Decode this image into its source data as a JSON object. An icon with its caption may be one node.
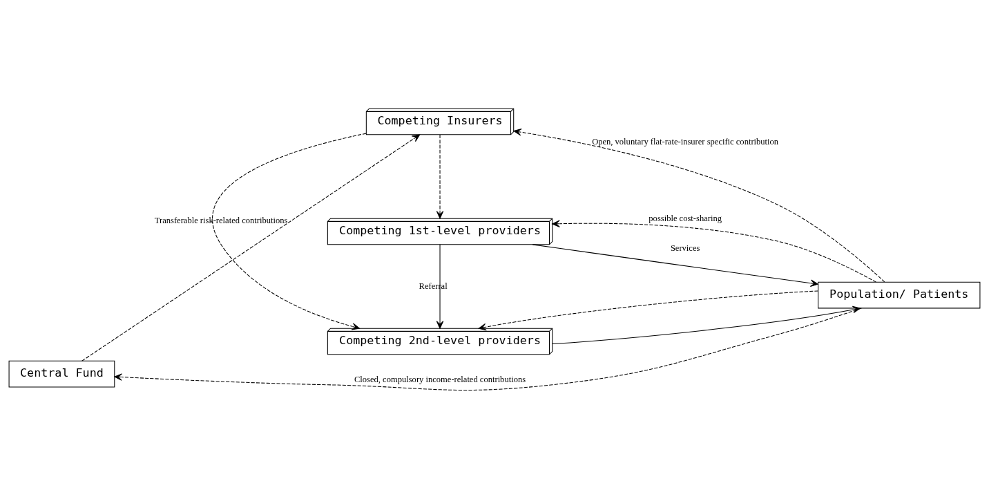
{
  "diagram": {
    "nodes": [
      {
        "text": [
          "Central Fund"
        ]
      },
      {
        "text": [
          "Competing Insurers"
        ]
      },
      {
        "text": [
          "Population/ Patients"
        ]
      },
      {
        "text": [
          "Competing 1st-level providers"
        ]
      },
      {
        "text": [
          "Competing 2nd-level providers"
        ]
      }
    ],
    "edges": [
      {
        "from": 0,
        "to": 1,
        "arrow": "to",
        "style": "dashed",
        "label": "Transferable risk-related contributions"
      },
      {
        "from": 2,
        "to": 0,
        "arrow": "to",
        "style": "dashed",
        "label": "Closed, compulsory income-related contributions"
      },
      {
        "from": 2,
        "to": 1,
        "arrow": "to",
        "style": "dashed",
        "label": "Open, voluntary flat-rate-insurer specific contribution"
      },
      {
        "from": 3,
        "to": 2,
        "arrow": "to",
        "label": "Services"
      },
      {
        "from": 2,
        "to": 3,
        "arrow": "to",
        "style": "dashed",
        "label": "possible cost-sharing"
      },
      {
        "from": 3,
        "to": 4,
        "arrow": "to",
        "label": "Referral"
      },
      {
        "from": 4,
        "to": 2,
        "arrow": "to"
      },
      {
        "from": 2,
        "to": 4,
        "arrow": "to",
        "style": "dashed"
      },
      {
        "from": 1,
        "to": 3,
        "arrow": "to",
        "style": "dashed"
      },
      {
        "from": 1,
        "to": 4,
        "arrow": "to",
        "style": "dashed"
      }
    ]
  }
}
